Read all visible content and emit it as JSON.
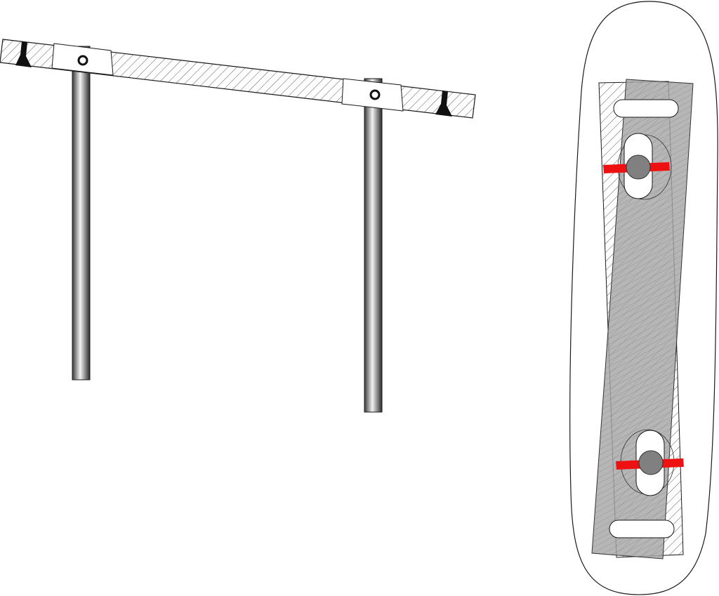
{
  "figure": {
    "views": [
      {
        "id": "side-view",
        "parts": [
          "crossbar",
          "post",
          "post",
          "pivot-block",
          "pivot-block",
          "end-wedge",
          "end-wedge"
        ]
      },
      {
        "id": "top-view",
        "parts": [
          "outline",
          "lower-plate",
          "upper-plate",
          "slot",
          "slot",
          "pivot-pin",
          "pivot-pin",
          "clamp-bar",
          "clamp-bar"
        ]
      }
    ],
    "colors": {
      "background": "#ffffff",
      "stroke": "#1a1a1a",
      "hatch": "#333333",
      "plate_fill": "#a6a6a6",
      "pin_fill": "#808080",
      "clamp_red": "#ee1111",
      "wedge_black": "#111111"
    }
  }
}
